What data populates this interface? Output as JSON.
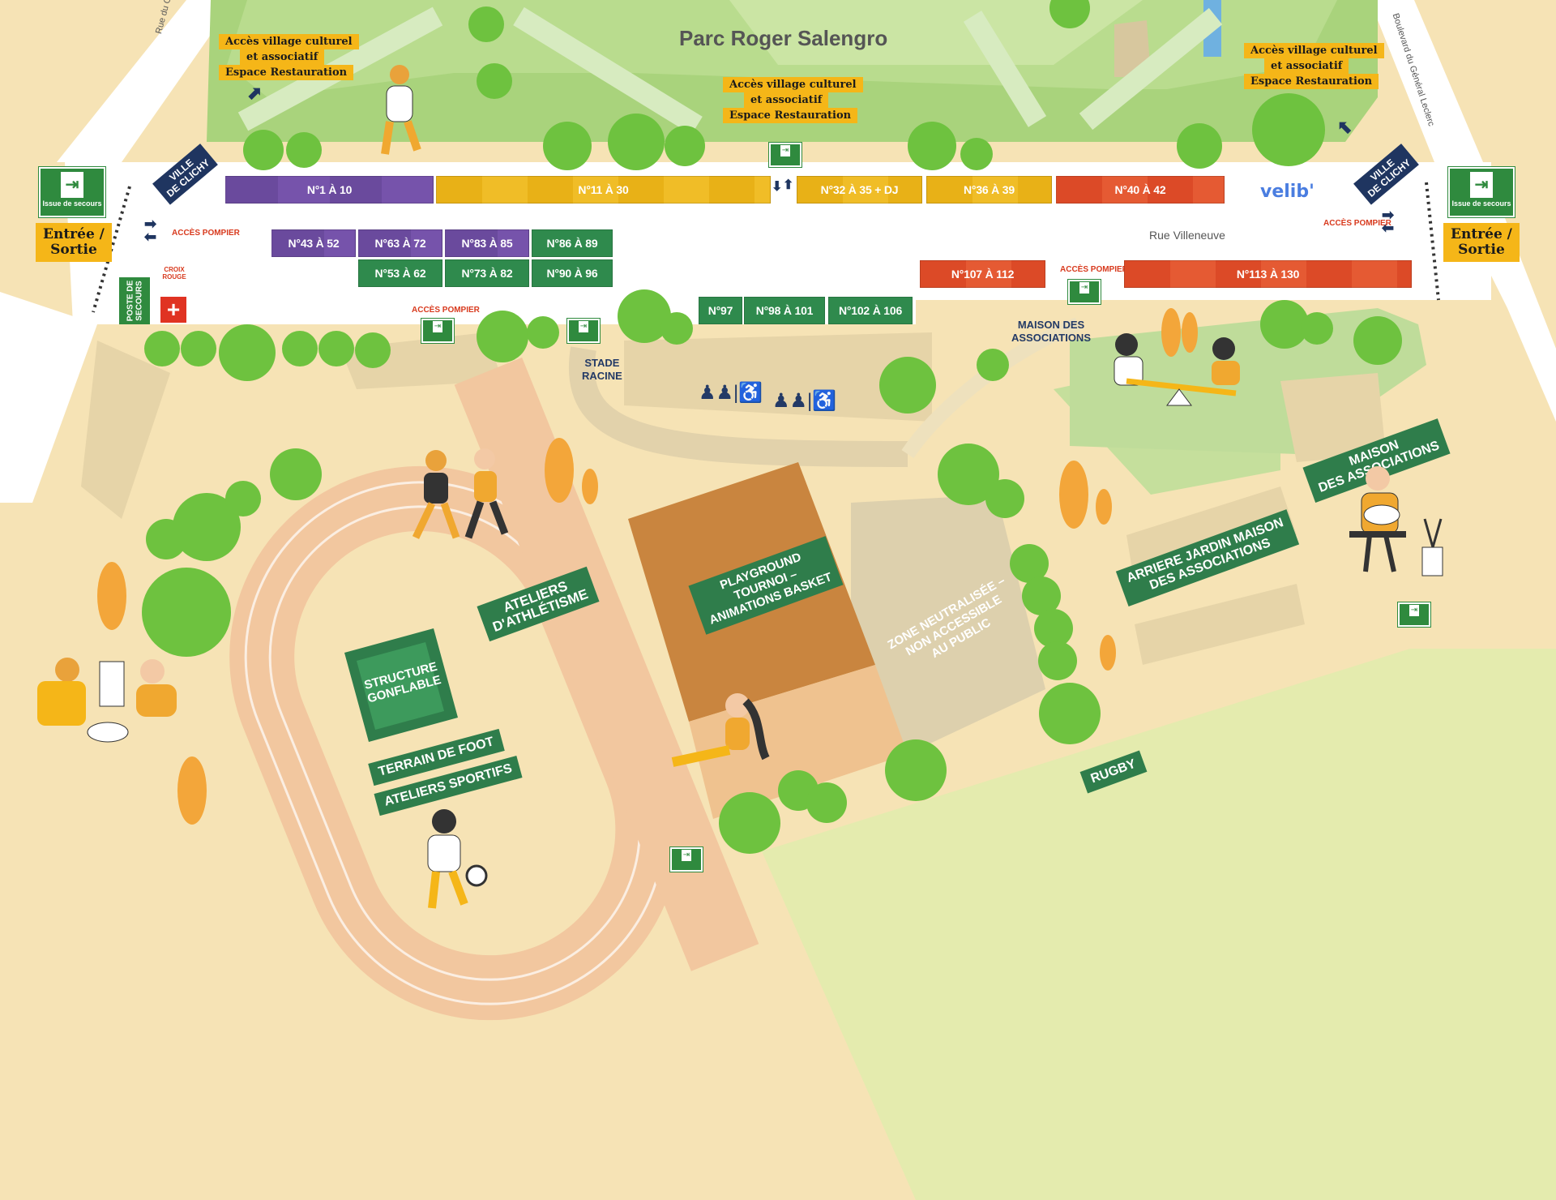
{
  "park": {
    "title": "Parc Roger Salengro"
  },
  "streets": {
    "left": "Rue du Général",
    "right": "Boulevard du Général Leclerc",
    "villeneuve": "Rue Villeneuve"
  },
  "access_labels": {
    "left": [
      "Accès village culturel",
      "et associatif",
      "Espace Restauration"
    ],
    "center": [
      "Accès village culturel",
      "et associatif",
      "Espace Restauration"
    ],
    "right": [
      "Accès village culturel",
      "et associatif",
      "Espace Restauration"
    ]
  },
  "entrances": {
    "left": [
      "Entrée /",
      "Sortie"
    ],
    "right": [
      "Entrée /",
      "Sortie"
    ]
  },
  "emergency_exit_label": "Issue de secours",
  "ville_de_clichy": [
    "VILLE",
    "DE CLICHY"
  ],
  "acces_pompier": "ACCÈS POMPIER",
  "first_aid": {
    "poste": [
      "POSTE DE",
      "SECOURS"
    ],
    "croix": [
      "CROIX",
      "ROUGE"
    ]
  },
  "velib": "velib'",
  "stalls": {
    "row1": [
      "N°1 À 10",
      "N°11 À 30",
      "N°32 À 35 + DJ",
      "N°36 À 39",
      "N°40 À 42"
    ],
    "row2": [
      "N°43 À 52",
      "N°63 À 72",
      "N°83 À 85",
      "N°86 À 89"
    ],
    "row3": [
      "N°53 À 62",
      "N°73 À 82",
      "N°90 À 96"
    ],
    "row4": [
      "N°97",
      "N°98 À 101",
      "N°102 À 106"
    ],
    "right": [
      "N°107 À 112",
      "N°113 À 130"
    ]
  },
  "places": {
    "stade": [
      "STADE",
      "RACINE"
    ],
    "maison_top": [
      "MAISON DES",
      "ASSOCIATIONS"
    ],
    "athletisme": [
      "ATELIERS",
      "D'ATHLÉTISME"
    ],
    "gonflable": [
      "STRUCTURE",
      "GONFLABLE"
    ],
    "foot": "TERRAIN DE FOOT",
    "sportifs": "ATELIERS SPORTIFS",
    "playground": [
      "PLAYGROUND",
      "TOURNOI –",
      "ANIMATIONS BASKET"
    ],
    "zone": [
      "ZONE NEUTRALISÉE –",
      "NON ACCESSIBLE",
      "AU PUBLIC"
    ],
    "maison_tag": [
      "MAISON",
      "DES ASSOCIATIONS"
    ],
    "arriere": [
      "ARRIERE JARDIN MAISON",
      "DES ASSOCIATIONS"
    ],
    "rugby": "RUGBY"
  },
  "colors": {
    "purple": "#6a4a9d",
    "yellow": "#f0bd27",
    "red": "#dc4a27",
    "green": "#2f8a4d",
    "ground": "#f6e3b5",
    "park": "#a9d37c",
    "track": "#f2c79f"
  }
}
